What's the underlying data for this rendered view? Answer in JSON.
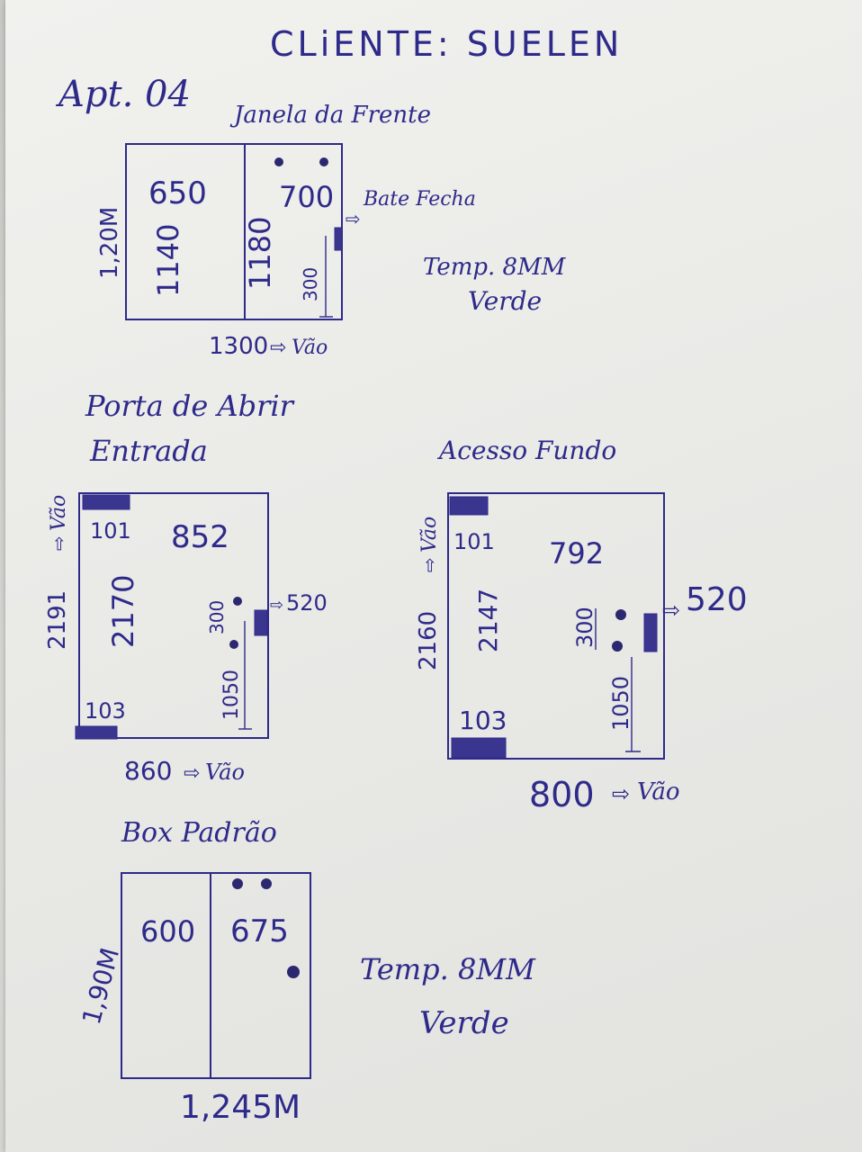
{
  "header": {
    "client": "CLiENTE: SUELEN",
    "apartment": "Apt. 04"
  },
  "window_front": {
    "title": "Janela da Frente",
    "height_label": "1,20M",
    "left_width": "650",
    "left_height": "1140",
    "right_width": "700",
    "right_height": "1180",
    "lock_label": "Bate Fecha",
    "lock_height": "300",
    "span_label": "1300",
    "span_suffix": "Vão",
    "glass_spec": "Temp. 8MM",
    "glass_color": "Verde"
  },
  "door_entry": {
    "title_line1": "Porta de Abrir",
    "title_line2": "Entrada",
    "height_label": "2191",
    "height_suffix": "Vão",
    "top_offset": "101",
    "width": "852",
    "height": "2170",
    "lock_height": "300",
    "handle_height": "1050",
    "lock_label": "520",
    "bottom_offset": "103",
    "span_label": "860",
    "span_suffix": "Vão"
  },
  "door_back": {
    "title": "Acesso Fundo",
    "height_label": "2160",
    "height_suffix": "Vão",
    "top_offset": "101",
    "width": "792",
    "height": "2147",
    "lock_height": "300",
    "handle_height": "1050",
    "lock_label": "520",
    "bottom_offset": "103",
    "span_label": "800",
    "span_suffix": "Vão"
  },
  "box": {
    "title": "Box Padrão",
    "height_label": "1,90M",
    "left_width": "600",
    "right_width": "675",
    "span_label": "1,245M",
    "glass_spec": "Temp. 8MM",
    "glass_color": "Verde"
  },
  "colors": {
    "ink": "#2e2a8a",
    "paper": "#efefec"
  }
}
